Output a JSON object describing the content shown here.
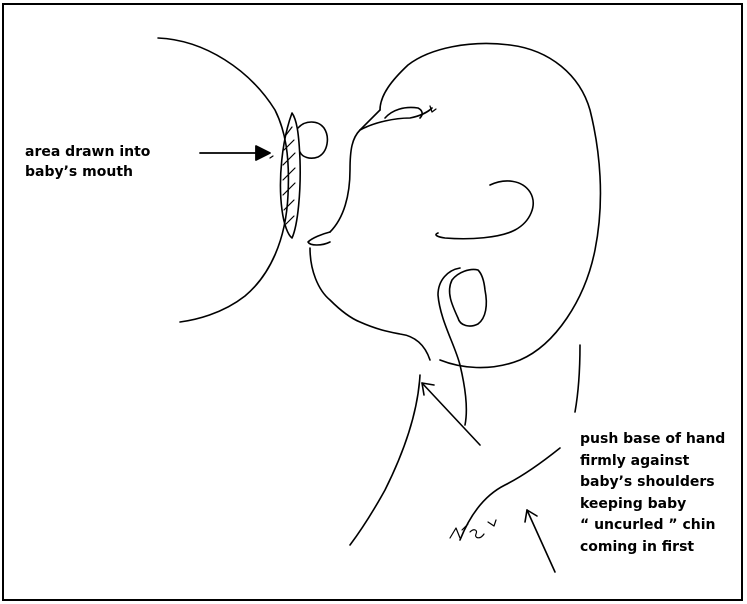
{
  "annotations": {
    "mouth_label_lines": [
      "area drawn into",
      "baby’s mouth"
    ],
    "hand_label_lines": [
      "push base of hand",
      "firmly against",
      "baby’s shoulders",
      "keeping baby",
      "“ uncurled ” chin",
      "coming in first"
    ]
  },
  "colors": {
    "ink": "#000000",
    "background": "#ffffff"
  }
}
